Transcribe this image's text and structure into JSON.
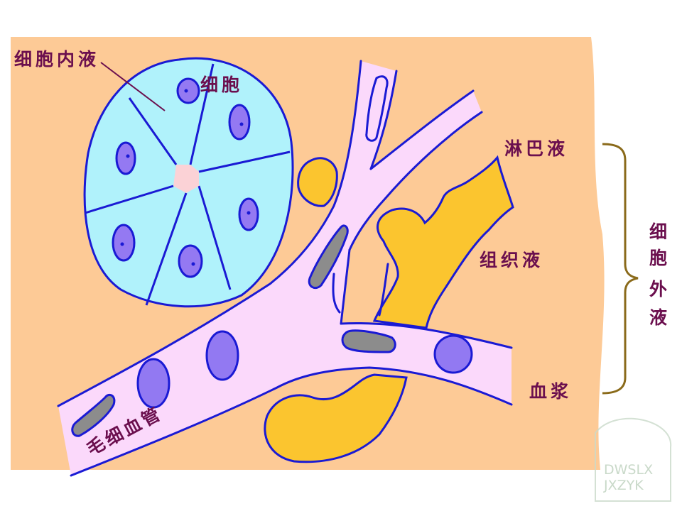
{
  "labels": {
    "intracellular_fluid": "细胞内液",
    "cell": "细胞",
    "lymph": "淋巴液",
    "tissue_fluid": "组织液",
    "extracellular_fluid_chars": [
      "细",
      "胞",
      "外",
      "液"
    ],
    "plasma": "血浆",
    "capillary": "毛细血管"
  },
  "watermark": {
    "line1": "DWSLX",
    "line2": "JXZYK"
  },
  "colors": {
    "background_tissue": "#fdca96",
    "vessel_fill": "#fbd9fb",
    "outline": "#1a1ad4",
    "cell_fill": "#b0f2fb",
    "nucleus_fill": "#9479f2",
    "lymph_fill": "#fbc52f",
    "red_cell": "#9279f2",
    "white_cell": "#8c8c8c",
    "label": "#6b0f4e",
    "bracket": "#8a6a1a",
    "center_gap": "#fbd2d6"
  }
}
